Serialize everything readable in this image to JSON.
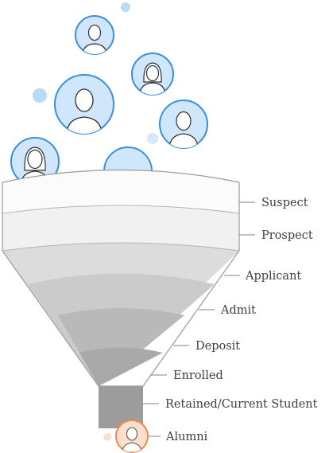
{
  "stages": [
    {
      "label": "Suspect"
    },
    {
      "label": "Prospect"
    },
    {
      "label": "Applicant"
    },
    {
      "label": "Admit"
    },
    {
      "label": "Deposit"
    },
    {
      "label": "Enrolled"
    },
    {
      "label": "Retained/Current Student"
    },
    {
      "label": "Alumni"
    }
  ],
  "colors": {
    "person_fill": "#cfe6fb",
    "person_stroke": "#3a8fdd",
    "bubble": "#b8dbf7",
    "alumni_fill": "#fde0cc",
    "alumni_stroke": "#ef8a4a",
    "funnel_outline": "#9a9a9a",
    "leader_line": "#9a9a9a"
  },
  "icons": {
    "person": "person-icon",
    "alumni": "alumni-person-icon"
  }
}
